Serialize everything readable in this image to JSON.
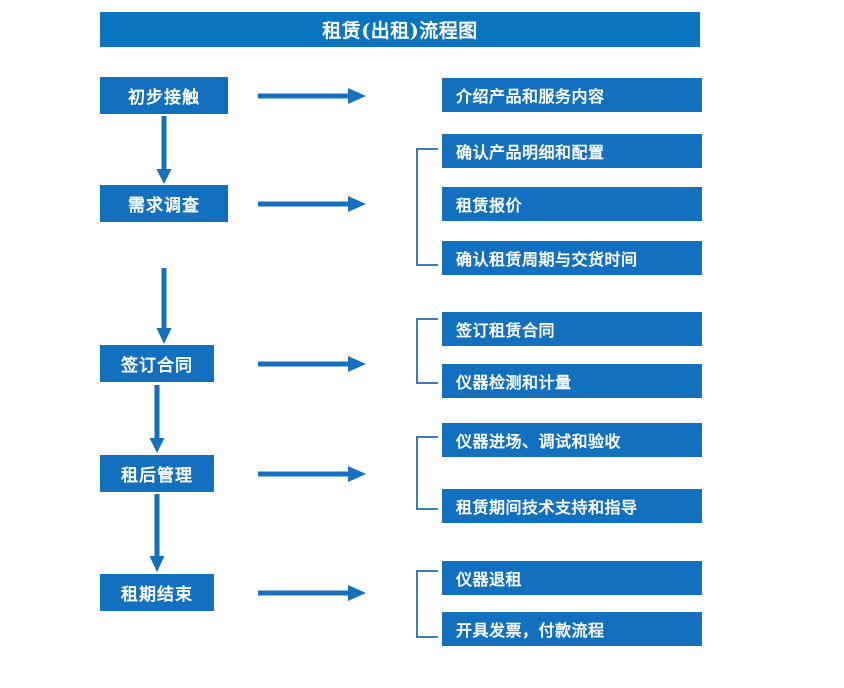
{
  "title": "租赁(出租)流程图",
  "colors": {
    "title_bar": "#0B74C0",
    "box": "#1270BE",
    "arrow": "#1570BE",
    "bracket": "#3C7DB8",
    "box_text": "#FFFFFF",
    "background": "#FFFFFF"
  },
  "stages": [
    {
      "label": "初步接触"
    },
    {
      "label": "需求调查"
    },
    {
      "label": "签订合同"
    },
    {
      "label": "租后管理"
    },
    {
      "label": "租期结束"
    }
  ],
  "groups": [
    {
      "stage": "初步接触",
      "bracket": false,
      "items": [
        {
          "label": "介绍产品和服务内容"
        }
      ]
    },
    {
      "stage": "需求调查",
      "bracket": true,
      "items": [
        {
          "label": "确认产品明细和配置"
        },
        {
          "label": "租赁报价"
        },
        {
          "label": "确认租赁周期与交货时间"
        }
      ]
    },
    {
      "stage": "签订合同",
      "bracket": true,
      "items": [
        {
          "label": "签订租赁合同"
        },
        {
          "label": "仪器检测和计量"
        }
      ]
    },
    {
      "stage": "租后管理",
      "bracket": true,
      "items": [
        {
          "label": "仪器进场、调试和验收"
        },
        {
          "label": "租赁期间技术支持和指导"
        }
      ]
    },
    {
      "stage": "租期结束",
      "bracket": true,
      "items": [
        {
          "label": "仪器退租"
        },
        {
          "label": "开具发票，付款流程"
        }
      ]
    }
  ],
  "connectors": {
    "horizontal_arrow_count": 5,
    "vertical_arrow_count": 4,
    "bracket_count": 4
  }
}
